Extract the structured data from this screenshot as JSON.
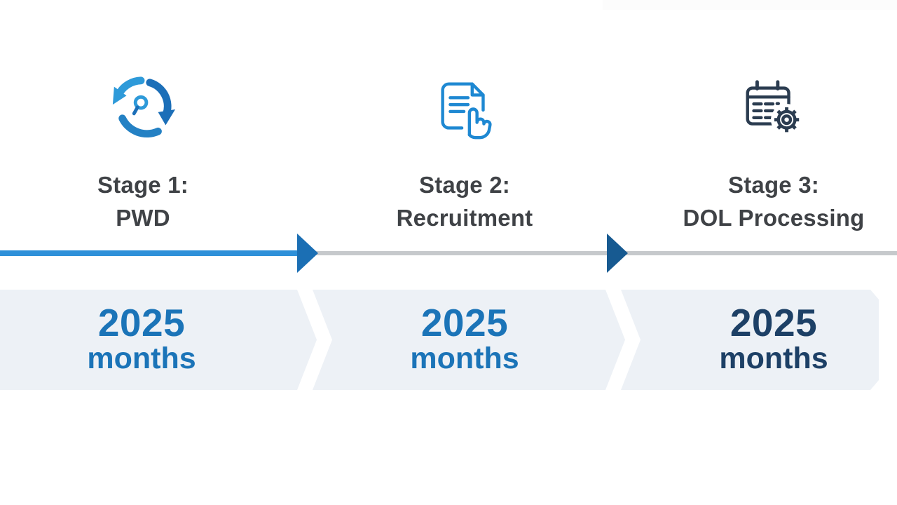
{
  "colors": {
    "background": "#ffffff",
    "timeline_blue": "#2e90d9",
    "arrowhead_1": "#1b6fb4",
    "arrowhead_2": "#175a91",
    "timeline_gray": "#c6c9cc",
    "banner_background": "#edf1f6",
    "banner_text_blue": "#1b74b8",
    "banner_text_navy": "#1d4066",
    "stage_title": "#3f4246",
    "icon_blue": "#1e88d2",
    "icon_light_blue": "#2e9ad9",
    "icon_navy": "#2b3c50"
  },
  "stages": [
    {
      "title_line1": "Stage 1:",
      "title_line2": "PWD",
      "icon": "sync-arrows-icon",
      "duration_value": "2025",
      "duration_unit": "months"
    },
    {
      "title_line1": "Stage 2:",
      "title_line2": "Recruitment",
      "icon": "document-hand-icon",
      "duration_value": "2025",
      "duration_unit": "months"
    },
    {
      "title_line1": "Stage 3:",
      "title_line2": "DOL Processing",
      "icon": "calendar-gear-icon",
      "duration_value": "2025",
      "duration_unit": "months"
    }
  ]
}
